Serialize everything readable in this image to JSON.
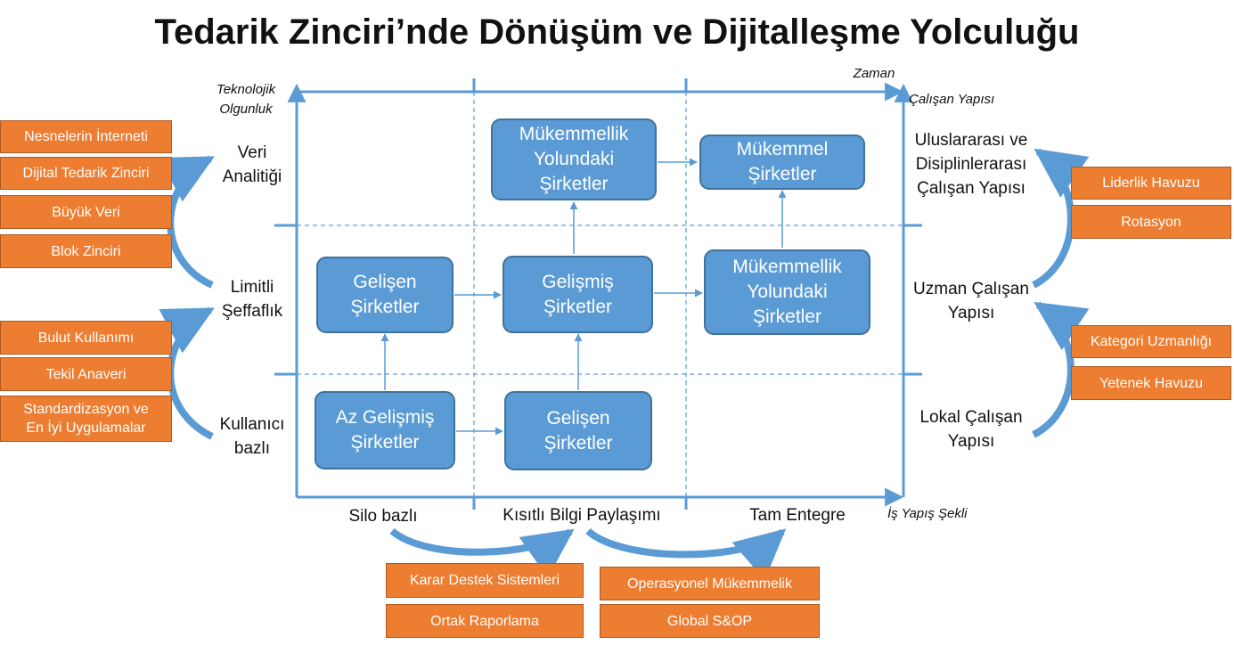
{
  "title": "Tedarik Zinciri’nde Dönüşüm ve Dijitalleşme Yolculuğu",
  "axes": {
    "y_label": "Teknolojik\nOlgunluk",
    "x_label_top": "Zaman",
    "right_label": "Çalışan Yapısı",
    "x_label_bottom": "İş Yapış Şekli"
  },
  "left_levels": [
    "Veri\nAnalitiği",
    "Limitli\nŞeffaflık",
    "Kullanıcı\nbazlı"
  ],
  "right_levels": [
    "Uluslararası ve\nDisiplinlerarası\nÇalışan Yapısı",
    "Uzman Çalışan\nYapısı",
    "Lokal Çalışan\nYapısı"
  ],
  "bottom_levels": [
    "Silo bazlı",
    "Kısıtlı Bilgi Paylaşımı",
    "Tam Entegre"
  ],
  "grid_boxes": {
    "top_mid": "Mükemmellik\nYolundaki\nŞirketler",
    "top_right": "Mükemmel\nŞirketler",
    "mid_left": "Gelişen\nŞirketler",
    "mid_mid": "Gelişmiş\nŞirketler",
    "mid_right": "Mükemmellik\nYolundaki\nŞirketler",
    "bot_left": "Az Gelişmiş\nŞirketler",
    "bot_mid": "Gelişen\nŞirketler"
  },
  "left_tags_top": [
    "Nesnelerin İnterneti",
    "Dijital Tedarik Zinciri",
    "Büyük Veri",
    "Blok Zinciri"
  ],
  "left_tags_bottom": [
    "Bulut Kullanımı",
    "Tekil Anaveri",
    "Standardizasyon ve\nEn İyi Uygulamalar"
  ],
  "right_tags_top": [
    "Liderlik Havuzu",
    "Rotasyon"
  ],
  "right_tags_bottom": [
    "Kategori Uzmanlığı",
    "Yetenek Havuzu"
  ],
  "bottom_tags_left": [
    "Karar Destek Sistemleri",
    "Ortak Raporlama"
  ],
  "bottom_tags_right": [
    "Operasyonel Mükemmelik",
    "Global S&OP"
  ],
  "colors": {
    "box_fill": "#5b9bd5",
    "box_border": "#41719c",
    "tag_fill": "#ed7d31",
    "axis": "#5b9bd5"
  }
}
